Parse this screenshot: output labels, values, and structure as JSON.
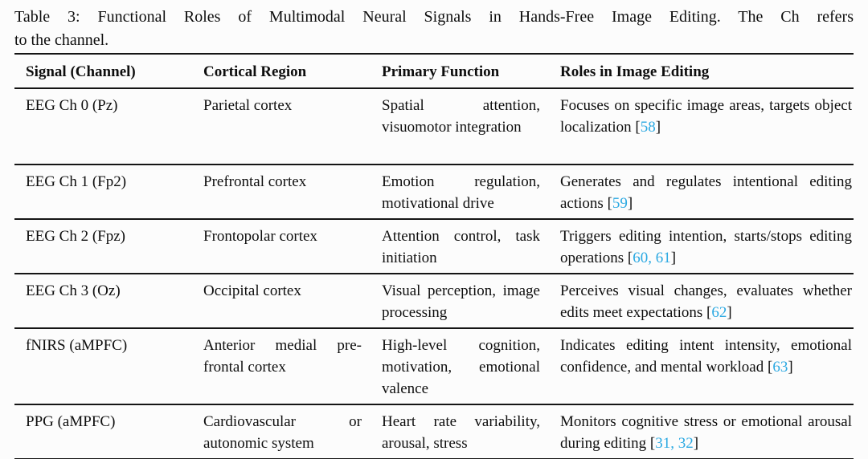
{
  "colors": {
    "background": "#fcfcfc",
    "text": "#0e0e0e",
    "rule": "#151515",
    "citation_link": "#2CA9E2"
  },
  "caption": {
    "line1": "Table 3: Functional Roles of Multimodal Neural Signals in Hands-Free Image Editing. The Ch refers",
    "line2": "to the channel."
  },
  "citation_brackets": {
    "open": " [",
    "close": "]"
  },
  "columns": [
    "Signal (Channel)",
    "Cortical Region",
    "Primary Function",
    "Roles in Image Editing"
  ],
  "rows": [
    {
      "signal": "EEG Ch 0 (Pz)",
      "cortical_region": "Parietal cortex",
      "primary_function": "Spatial attention, visuomotor integra­tion",
      "roles": "Focuses on specific image areas, tar­gets object localization",
      "citations": "58"
    },
    {
      "signal": "EEG Ch 1 (Fp2)",
      "cortical_region": "Prefrontal cortex",
      "primary_function": "Emotion regulation, motivational drive",
      "roles": "Generates and regulates intentional editing actions",
      "citations": "59"
    },
    {
      "signal": "EEG Ch 2 (Fpz)",
      "cortical_region": "Frontopolar cortex",
      "primary_function": "Attention control, task initiation",
      "roles": "Triggers editing intention, starts/stops editing operations",
      "citations": "60, 61"
    },
    {
      "signal": "EEG Ch 3 (Oz)",
      "cortical_region": "Occipital cortex",
      "primary_function": "Visual perception, image processing",
      "roles": "Perceives visual changes, evaluates whether edits meet expectations",
      "citations": "62"
    },
    {
      "signal": "fNIRS (aMPFC)",
      "cortical_region": "Anterior medial pre­frontal cortex",
      "primary_function": "High-level cogni­tion, motivation, emotional valence",
      "roles": "Indicates editing intent intensity, emo­tional confidence, and mental work­load",
      "citations": "63"
    },
    {
      "signal": "PPG (aMPFC)",
      "cortical_region": "Cardiovascular or autonomic system",
      "primary_function": "Heart rate variabil­ity, arousal, stress",
      "roles": "Monitors cognitive stress or emotional arousal during editing",
      "citations": "31, 32"
    }
  ],
  "row_line_counts": [
    3,
    2,
    2,
    2,
    3,
    2
  ]
}
